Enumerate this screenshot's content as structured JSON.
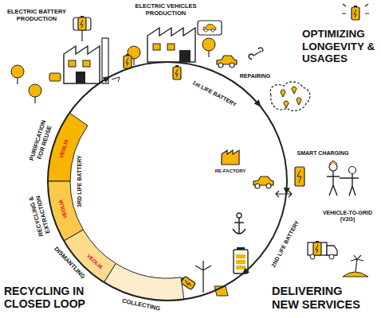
{
  "diagram": {
    "nodes": [
      {
        "text": [
          "PURIFICATION FOR REUSE"
        ]
      },
      {
        "text": [
          "RECYCLING & EXTRACTION"
        ]
      },
      {
        "text": [
          "DISMANTLING"
        ]
      },
      {
        "text": [
          "COLLECTING"
        ]
      }
    ],
    "labels": [
      "ELECTRIC BATTERY PRODUCTION",
      "ELECTRIC VEHICLES PRODUCTION",
      "OPTIMIZING LONGEVITY & USAGES",
      "REPAIRING",
      "RE-FACTORY",
      "SMART CHARGING",
      "VEHICLE-TO-GRID (V2G)",
      "1st LIFE BATTERY",
      "2ND LIFE BATTERY",
      "3RD LIFE BATTERY",
      "DELIVERING NEW SERVICES",
      "RECYCLING IN CLOSED LOOP",
      "VEOLIA",
      "VEOLIA",
      "VEOLIA"
    ]
  }
}
